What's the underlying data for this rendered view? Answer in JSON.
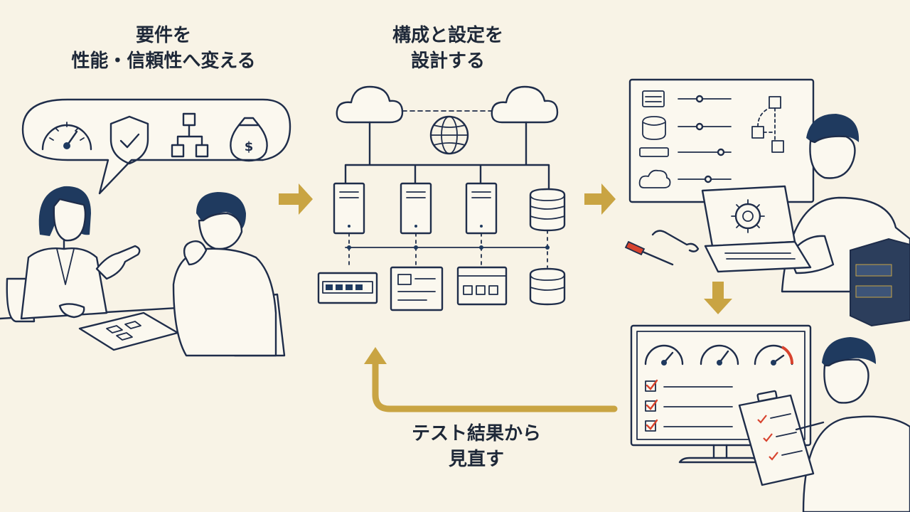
{
  "labels": {
    "requirements": [
      "要件を",
      "性能・信頼性へ変える"
    ],
    "design": [
      "構成と設定を",
      "設計する"
    ],
    "review": [
      "テスト結果から",
      "見直す"
    ]
  },
  "icons": {
    "requirements_bubble": [
      "speedometer-icon",
      "shield-check-icon",
      "org-chart-icon",
      "money-bag-icon"
    ],
    "architecture": [
      "cloud-icon",
      "globe-icon",
      "server-icon",
      "database-icon",
      "network-switch-icon",
      "id-card-icon",
      "panel-icon"
    ],
    "symbols": {
      "money": "$"
    }
  },
  "colors": {
    "background": "#f8f3e6",
    "ink": "#1f2d4a",
    "accent_gold": "#c9a443",
    "accent_red": "#d8432e",
    "hair_navy": "#1f3a5f"
  }
}
